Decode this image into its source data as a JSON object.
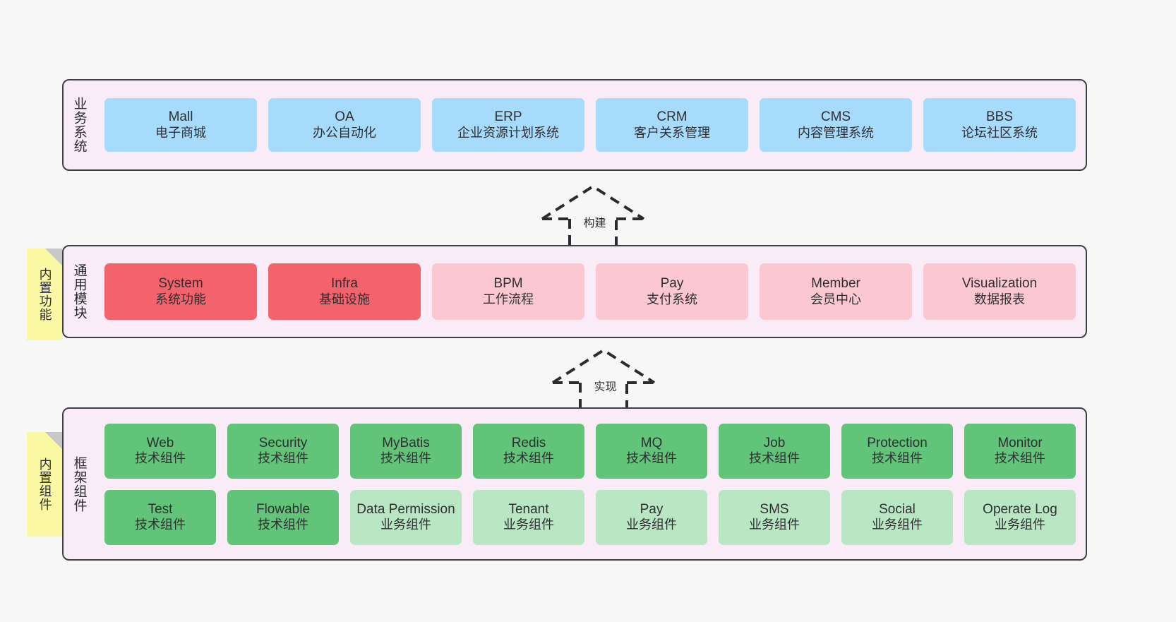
{
  "diagram": {
    "background_color": "#f7f7f7",
    "panel_fill": "#f9ecf6",
    "panel_border": "#3f3f46",
    "sticky_color": "#faf8a2",
    "colors": {
      "business_system": "#a7dbfb",
      "core_module_strong": "#f4636b",
      "core_module_light": "#fbc8d2",
      "tech_component": "#62c478",
      "biz_component": "#b9e6c3"
    }
  },
  "layers": [
    {
      "id": "business",
      "title": "业务系统",
      "rows": [
        {
          "cells": [
            {
              "en": "Mall",
              "cn": "电子商城",
              "fill": "#a7dbfb"
            },
            {
              "en": "OA",
              "cn": "办公自动化",
              "fill": "#a7dbfb"
            },
            {
              "en": "ERP",
              "cn": "企业资源计划系统",
              "fill": "#a7dbfb"
            },
            {
              "en": "CRM",
              "cn": "客户关系管理",
              "fill": "#a7dbfb"
            },
            {
              "en": "CMS",
              "cn": "内容管理系统",
              "fill": "#a7dbfb"
            },
            {
              "en": "BBS",
              "cn": "论坛社区系统",
              "fill": "#a7dbfb"
            }
          ]
        }
      ]
    },
    {
      "id": "common",
      "title": "通用模块",
      "sticky": "内置功能",
      "rows": [
        {
          "cells": [
            {
              "en": "System",
              "cn": "系统功能",
              "fill": "#f4636b"
            },
            {
              "en": "Infra",
              "cn": "基础设施",
              "fill": "#f4636b"
            },
            {
              "en": "BPM",
              "cn": "工作流程",
              "fill": "#fbc8d2"
            },
            {
              "en": "Pay",
              "cn": "支付系统",
              "fill": "#fbc8d2"
            },
            {
              "en": "Member",
              "cn": "会员中心",
              "fill": "#fbc8d2"
            },
            {
              "en": "Visualization",
              "cn": "数据报表",
              "fill": "#fbc8d2"
            }
          ]
        }
      ]
    },
    {
      "id": "framework",
      "title": "框架组件",
      "sticky": "内置组件",
      "rows": [
        {
          "cells": [
            {
              "en": "Web",
              "cn": "技术组件",
              "fill": "#62c478"
            },
            {
              "en": "Security",
              "cn": "技术组件",
              "fill": "#62c478"
            },
            {
              "en": "MyBatis",
              "cn": "技术组件",
              "fill": "#62c478"
            },
            {
              "en": "Redis",
              "cn": "技术组件",
              "fill": "#62c478"
            },
            {
              "en": "MQ",
              "cn": "技术组件",
              "fill": "#62c478"
            },
            {
              "en": "Job",
              "cn": "技术组件",
              "fill": "#62c478"
            },
            {
              "en": "Protection",
              "cn": "技术组件",
              "fill": "#62c478"
            },
            {
              "en": "Monitor",
              "cn": "技术组件",
              "fill": "#62c478"
            }
          ]
        },
        {
          "cells": [
            {
              "en": "Test",
              "cn": "技术组件",
              "fill": "#62c478"
            },
            {
              "en": "Flowable",
              "cn": "技术组件",
              "fill": "#62c478"
            },
            {
              "en": "Data Permission",
              "cn": "业务组件",
              "fill": "#b9e6c3"
            },
            {
              "en": "Tenant",
              "cn": "业务组件",
              "fill": "#b9e6c3"
            },
            {
              "en": "Pay",
              "cn": "业务组件",
              "fill": "#b9e6c3"
            },
            {
              "en": "SMS",
              "cn": "业务组件",
              "fill": "#b9e6c3"
            },
            {
              "en": "Social",
              "cn": "业务组件",
              "fill": "#b9e6c3"
            },
            {
              "en": "Operate Log",
              "cn": "业务组件",
              "fill": "#b9e6c3"
            }
          ]
        }
      ]
    }
  ],
  "connectors": [
    {
      "id": "build",
      "label": "构建",
      "style": "dashed-generalization-up"
    },
    {
      "id": "realize",
      "label": "实现",
      "style": "dashed-generalization-up"
    }
  ]
}
